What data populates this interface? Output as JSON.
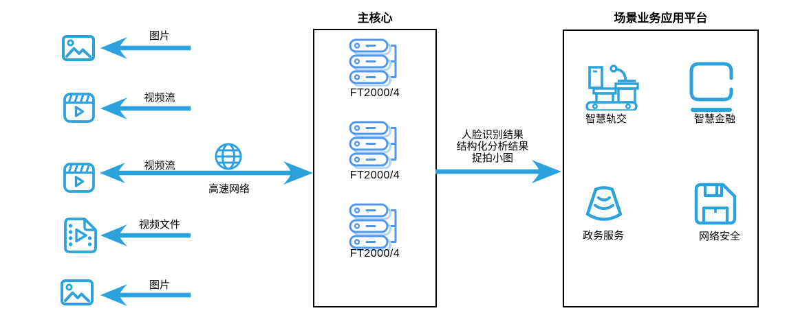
{
  "colors": {
    "primary": "#2BA2DC",
    "server_blue": "#4F97EB",
    "server_blue_light": "#B0D4F7",
    "box_border": "#000000",
    "text": "#000000"
  },
  "inputs": {
    "image_top": {
      "label": "图片",
      "icon": "image-icon"
    },
    "video_stream_top": {
      "label": "视频流",
      "icon": "video-stream-icon"
    },
    "video_stream_mid": {
      "label": "视频流",
      "icon": "video-stream-icon"
    },
    "video_file": {
      "label": "视频文件",
      "icon": "video-file-icon"
    },
    "image_bottom": {
      "label": "图片",
      "icon": "image-icon"
    }
  },
  "network": {
    "label": "高速网络",
    "icon": "globe-icon"
  },
  "main_core": {
    "title": "主核心",
    "servers": {
      "0": "FT2000/4",
      "1": "FT2000/4",
      "2": "FT2000/4"
    }
  },
  "output": {
    "lines": {
      "0": "人脸识别结果",
      "1": "结构化分析结果",
      "2": "捉拍小图"
    }
  },
  "platform": {
    "title": "场景业务应用平台",
    "apps": {
      "rail": {
        "label": "智慧轨交",
        "icon": "conveyor-icon"
      },
      "finance": {
        "label": "智慧金融",
        "icon": "card-icon"
      },
      "government": {
        "label": "政务服务",
        "icon": "fan-icon"
      },
      "security": {
        "label": "网络安全",
        "icon": "floppy-icon"
      }
    }
  }
}
